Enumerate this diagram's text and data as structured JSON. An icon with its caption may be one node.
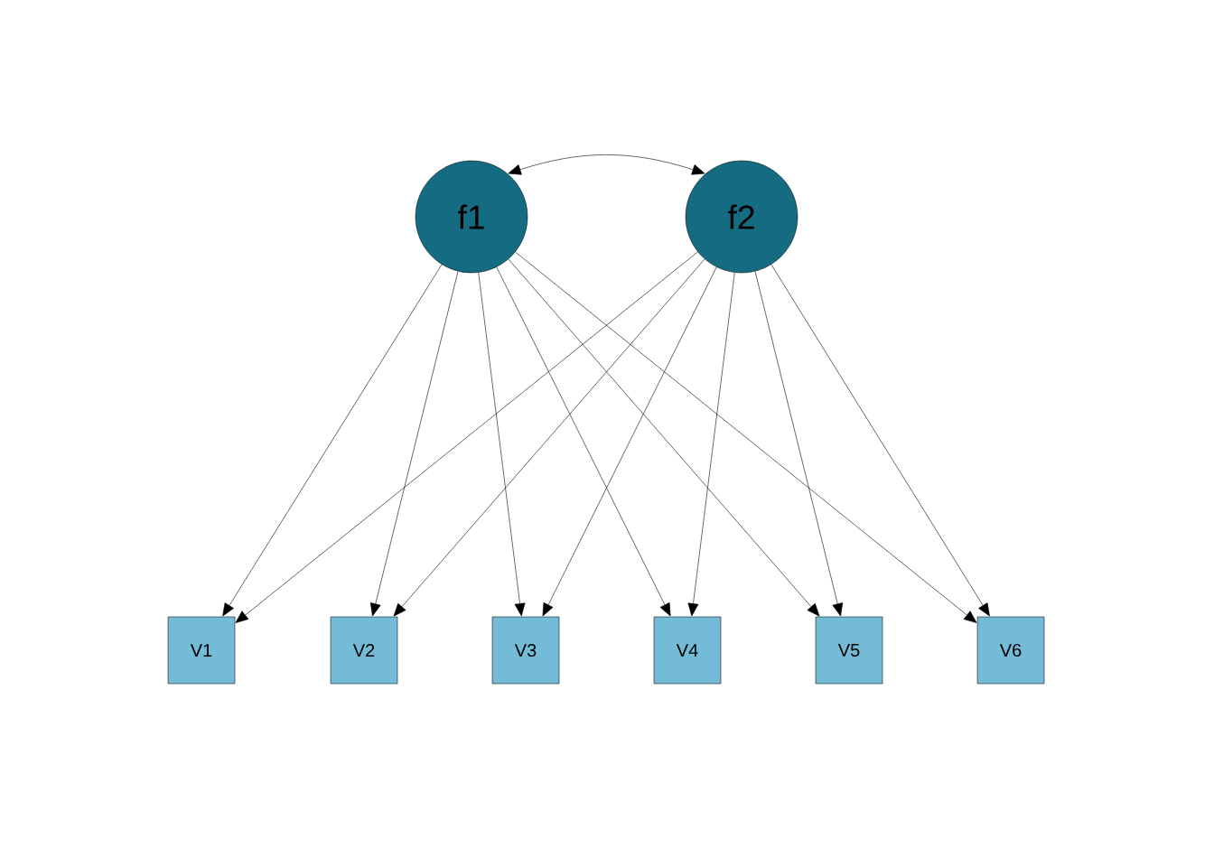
{
  "diagram": {
    "nodes": [
      {
        "text": [
          "f1"
        ]
      },
      {
        "text": [
          "f2"
        ]
      },
      {
        "text": [
          "V1"
        ]
      },
      {
        "text": [
          "V2"
        ]
      },
      {
        "text": [
          "V3"
        ]
      },
      {
        "text": [
          "V4"
        ]
      },
      {
        "text": [
          "V5"
        ]
      },
      {
        "text": [
          "V6"
        ]
      }
    ],
    "edges": [
      {
        "from": 0,
        "to": 1,
        "arrow": "both"
      },
      {
        "from": 0,
        "to": 2,
        "arrow": "to"
      },
      {
        "from": 0,
        "to": 3,
        "arrow": "to"
      },
      {
        "from": 0,
        "to": 4,
        "arrow": "to"
      },
      {
        "from": 0,
        "to": 5,
        "arrow": "to"
      },
      {
        "from": 0,
        "to": 6,
        "arrow": "to"
      },
      {
        "from": 0,
        "to": 7,
        "arrow": "to"
      },
      {
        "from": 1,
        "to": 2,
        "arrow": "to"
      },
      {
        "from": 1,
        "to": 3,
        "arrow": "to"
      },
      {
        "from": 1,
        "to": 4,
        "arrow": "to"
      },
      {
        "from": 1,
        "to": 5,
        "arrow": "to"
      },
      {
        "from": 1,
        "to": 6,
        "arrow": "to"
      },
      {
        "from": 1,
        "to": 7,
        "arrow": "to"
      }
    ]
  }
}
